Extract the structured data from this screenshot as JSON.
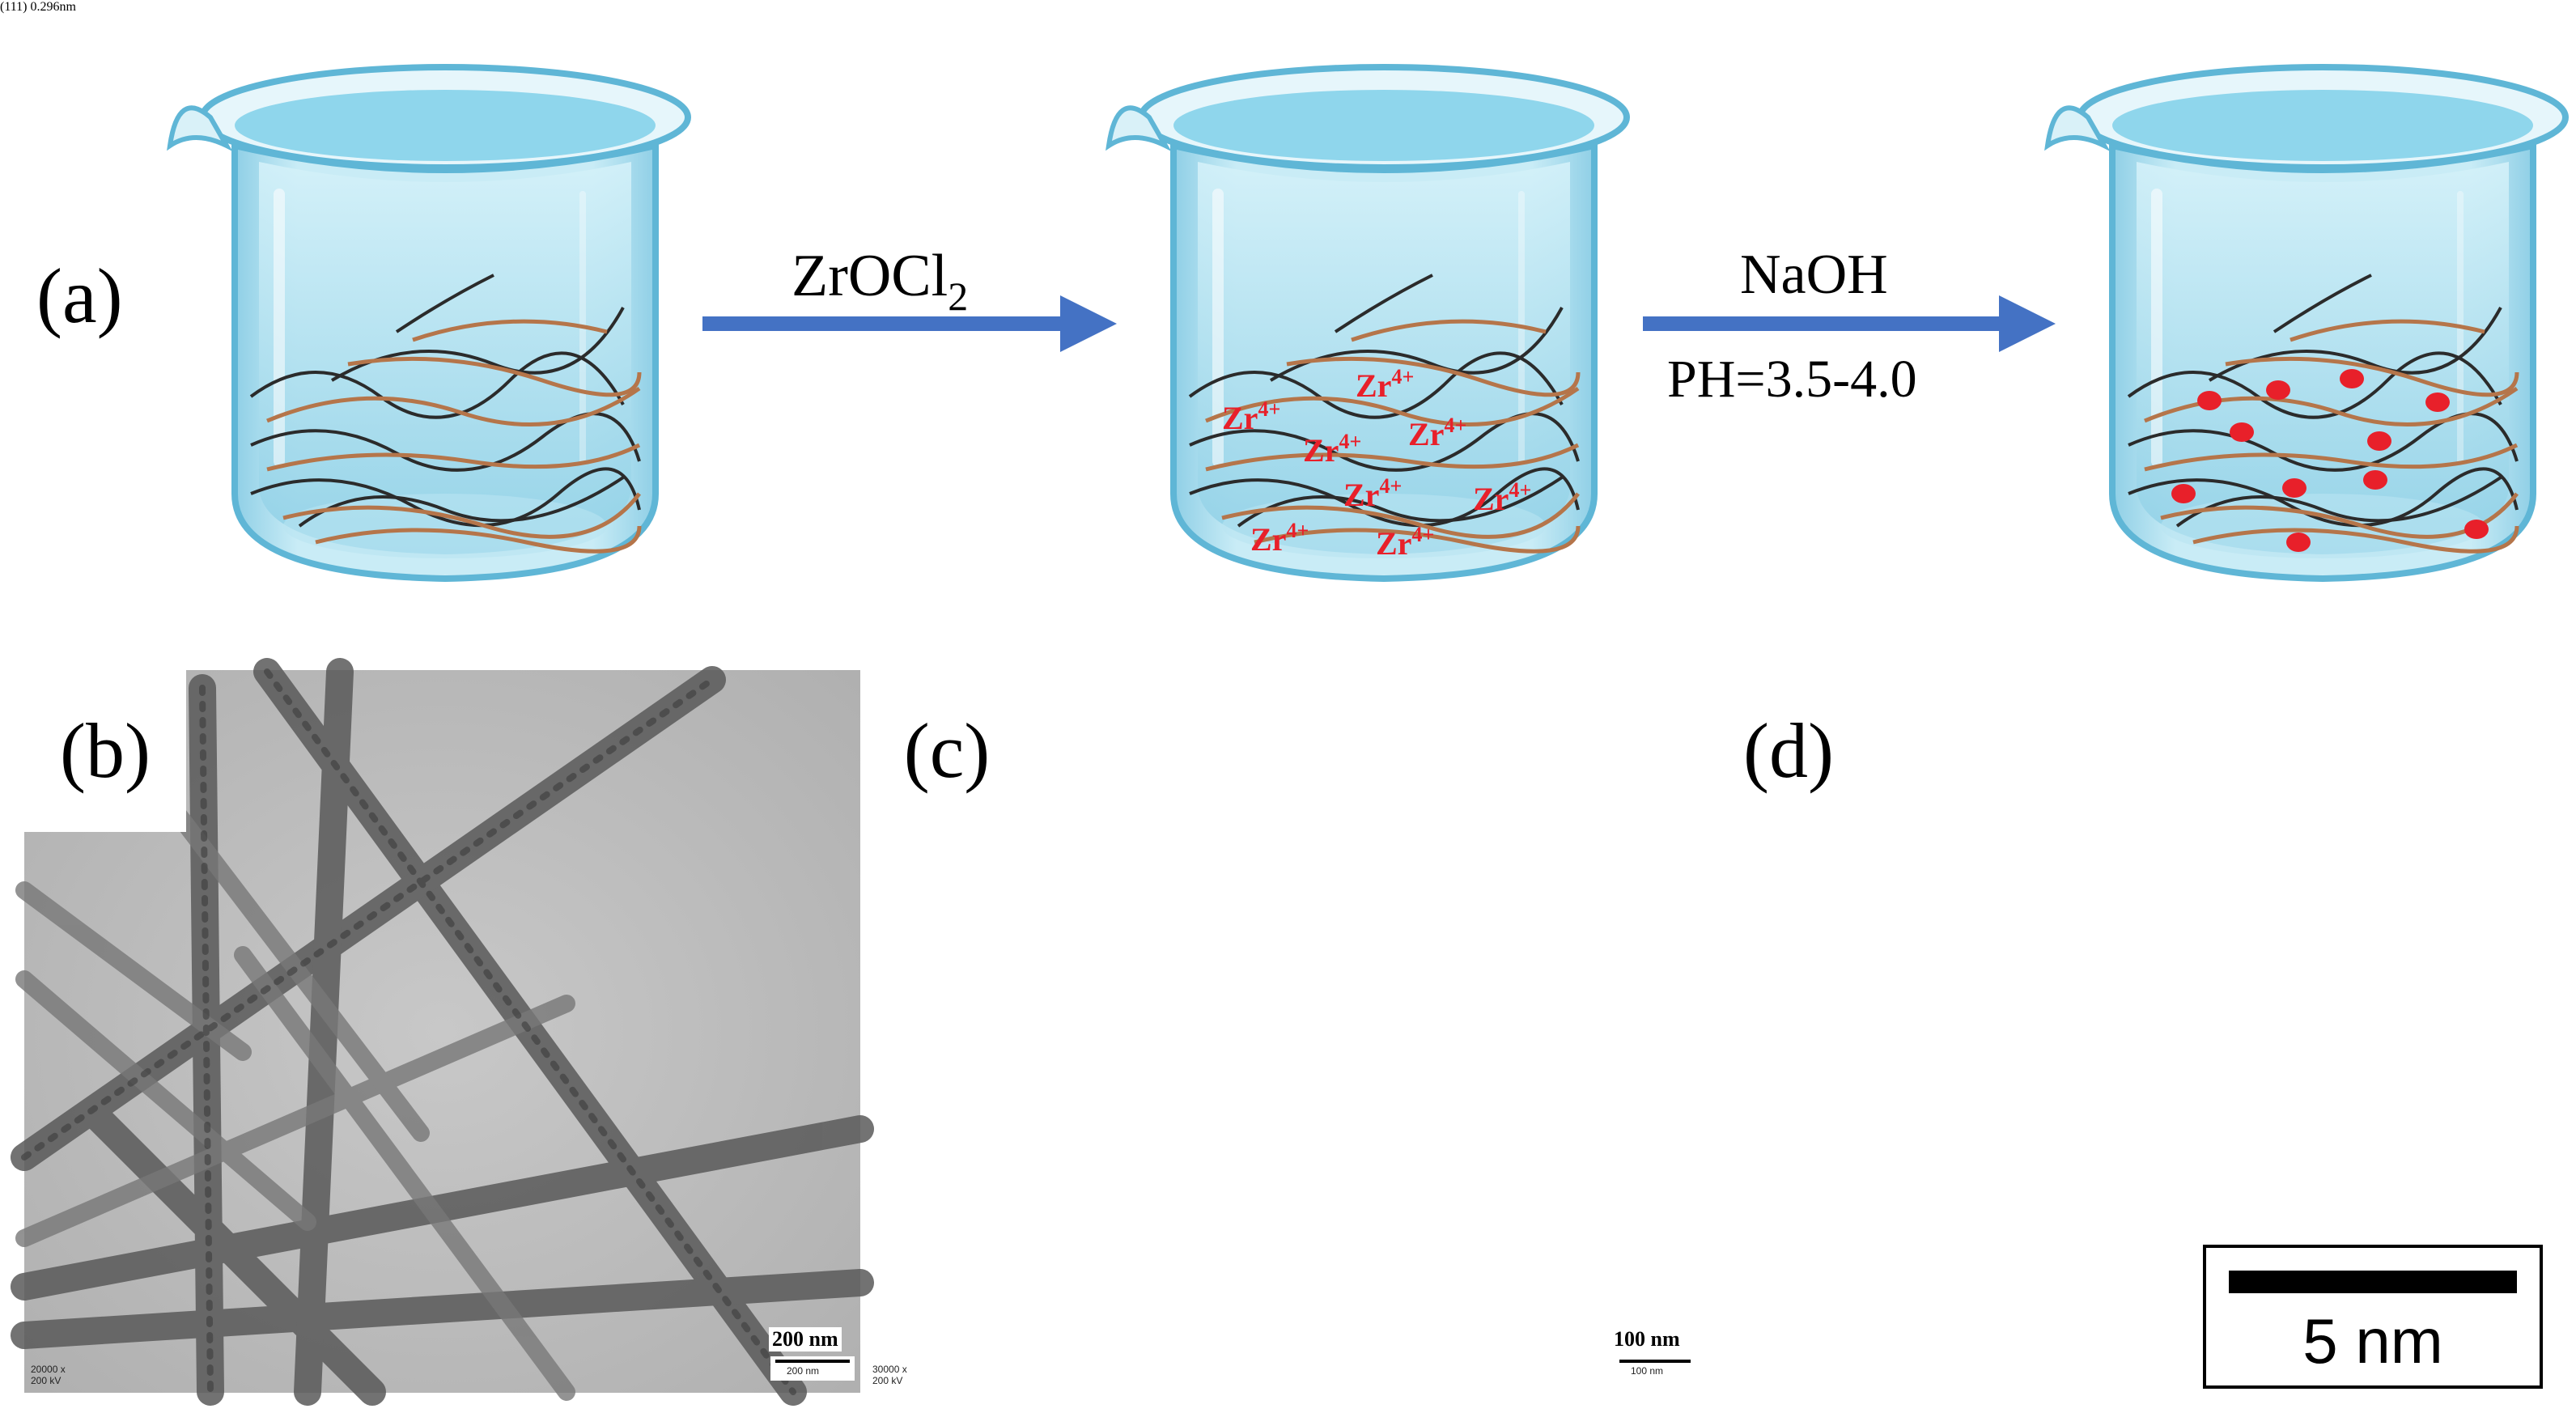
{
  "panels": {
    "a": {
      "label": "(a)"
    },
    "b": {
      "label": "(b)",
      "scale_text": "200 nm",
      "scale_small": "200 nm",
      "info_line1": "20000 x",
      "info_line2": "200 kV"
    },
    "c": {
      "label": "(c)",
      "scale_text": "100 nm",
      "scale_small": "100 nm",
      "info_line1": "30000 x",
      "info_line2": "200 kV"
    },
    "d": {
      "label": "(d)",
      "scale_text": "5 nm",
      "plane": "(111)",
      "spacing": "0.296nm"
    }
  },
  "steps": [
    {
      "reagent_main": "ZrOCl",
      "reagent_sub": "2"
    },
    {
      "reagent_main": "NaOH",
      "condition": "PH=3.5-4.0"
    }
  ],
  "ion_label": {
    "base": "Zr",
    "charge": "4+"
  },
  "colors": {
    "arrow": "#4472c4",
    "beaker_liquid": "#aee0ef",
    "beaker_rim": "#5fb6d6",
    "fiber_dark": "#2b2b2b",
    "fiber_brown": "#b5754a",
    "ion_red": "#e8202a",
    "lattice_marker": "#f2f200"
  }
}
